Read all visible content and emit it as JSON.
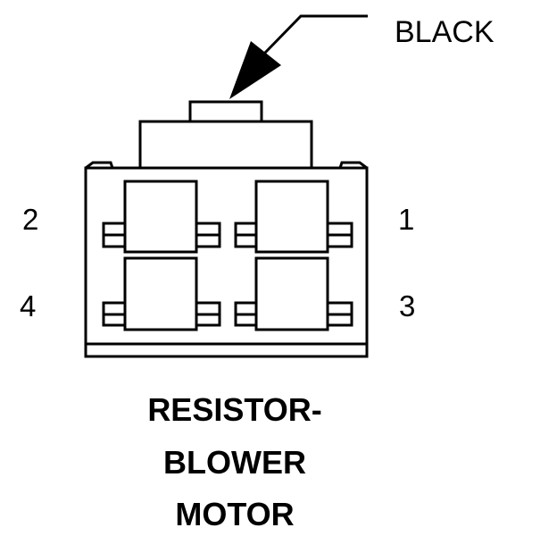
{
  "connector": {
    "wire_color_label": "BLACK",
    "pins": {
      "pin_1": "1",
      "pin_2": "2",
      "pin_3": "3",
      "pin_4": "4"
    },
    "title_lines": [
      "RESISTOR-",
      "BLOWER",
      "MOTOR"
    ]
  },
  "colors": {
    "line": "#000000",
    "background": "#ffffff"
  }
}
